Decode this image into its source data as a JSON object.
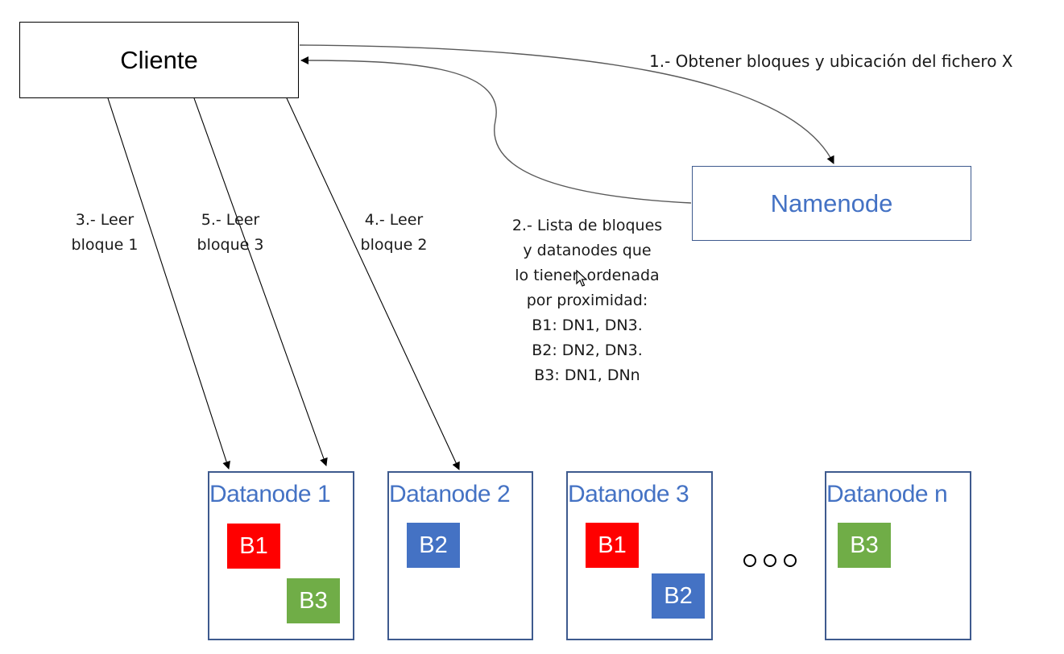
{
  "client": {
    "label": "Cliente"
  },
  "namenode": {
    "label": "Namenode"
  },
  "step1": {
    "text": "1.- Obtener bloques y ubicación del fichero X"
  },
  "step2": {
    "lines": [
      "2.- Lista de bloques",
      "y datanodes  que",
      "lo tienen ordenada",
      "por proximidad:",
      "B1: DN1, DN3.",
      "B2: DN2, DN3.",
      "B3: DN1, DNn"
    ]
  },
  "step3": {
    "text": "3.- Leer\nbloque 1"
  },
  "step4": {
    "text": "4.- Leer\nbloque 2"
  },
  "step5": {
    "text": "5.- Leer\nbloque 3"
  },
  "datanodes": [
    {
      "title": "Datanode 1",
      "blocks": [
        {
          "label": "B1",
          "color": "#ff0000"
        },
        {
          "label": "B3",
          "color": "#70ad47"
        }
      ]
    },
    {
      "title": "Datanode 2",
      "blocks": [
        {
          "label": "B2",
          "color": "#4472c4"
        }
      ]
    },
    {
      "title": "Datanode 3",
      "blocks": [
        {
          "label": "B1",
          "color": "#ff0000"
        },
        {
          "label": "B2",
          "color": "#4472c4"
        }
      ]
    },
    {
      "title": "Datanode n",
      "blocks": [
        {
          "label": "B3",
          "color": "#70ad47"
        }
      ]
    }
  ],
  "colors": {
    "accent_blue": "#4472c4",
    "block_red": "#ff0000",
    "block_green": "#70ad47",
    "block_blue": "#4472c4",
    "box_border_blue": "#3e5a8e"
  },
  "icons": {
    "ellipsis": "ellipsis-circles-icon",
    "cursor": "mouse-pointer-icon"
  }
}
